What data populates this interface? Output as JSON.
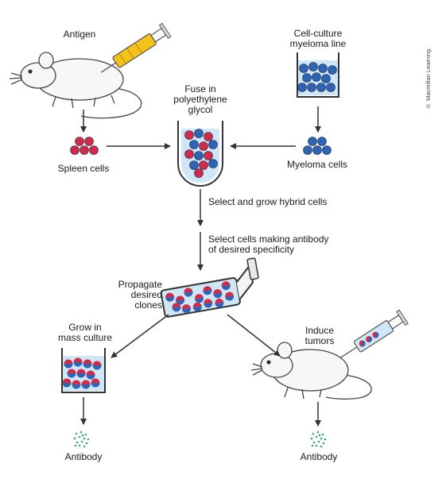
{
  "labels": {
    "antigen": "Antigen",
    "cell_culture": "Cell-culture\nmyeloma line",
    "fuse": "Fuse in\npolyethylene\nglycol",
    "spleen_cells": "Spleen cells",
    "myeloma_cells": "Myeloma cells",
    "select_grow": "Select and grow hybrid cells",
    "select_antibody": "Select cells making antibody\nof desired specificity",
    "propagate": "Propagate\ndesired\nclones",
    "grow_mass": "Grow in\nmass culture",
    "induce_tumors": "Induce\ntumors",
    "antibody_left": "Antibody",
    "antibody_right": "Antibody"
  },
  "credit": "© Macmillan Learning",
  "colors": {
    "spleen": "#d22b4a",
    "myeloma": "#2f63b4",
    "medium": "#cfe6f6",
    "syringe": "#f2c21b",
    "antibody": "#3aa77a",
    "line": "#333333"
  }
}
